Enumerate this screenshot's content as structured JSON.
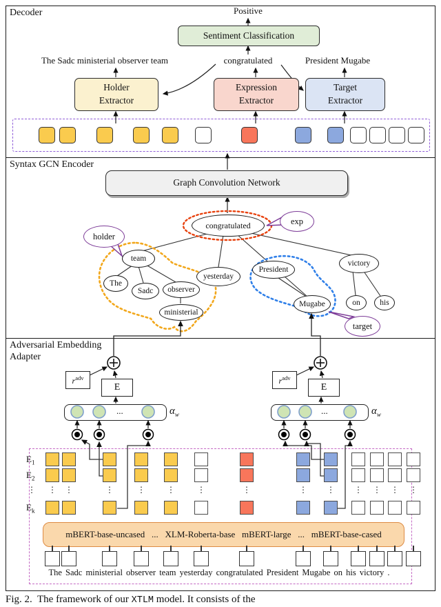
{
  "decoder": {
    "section_label": "Decoder",
    "output_label": "Positive",
    "classifier_label": "Sentiment Classification",
    "holder_text": "The Sadc ministerial observer team",
    "expression_text": "congratulated",
    "target_text": "President Mugabe",
    "extractors": [
      {
        "line1": "Holder",
        "line2": "Extractor"
      },
      {
        "line1": "Expression",
        "line2": "Extractor"
      },
      {
        "line1": "Target",
        "line2": "Extractor"
      }
    ],
    "token_colors": [
      "yellow",
      "yellow",
      "yellow",
      "yellow",
      "yellow",
      "white",
      "red",
      "blue",
      "blue",
      "white",
      "white",
      "white",
      "white"
    ]
  },
  "encoder": {
    "section_label": "Syntax GCN Encoder",
    "gcn_label": "Graph Convolution Network",
    "nodes": [
      {
        "label": "congratulated",
        "role": "expression"
      },
      {
        "label": "team",
        "role": "holder"
      },
      {
        "label": "yesterday",
        "role": ""
      },
      {
        "label": "President",
        "role": "target"
      },
      {
        "label": "victory",
        "role": ""
      },
      {
        "label": "The",
        "role": "holder"
      },
      {
        "label": "Sadc",
        "role": "holder"
      },
      {
        "label": "observer",
        "role": "holder"
      },
      {
        "label": "ministerial",
        "role": "holder"
      },
      {
        "label": "Mugabe",
        "role": "target"
      },
      {
        "label": "on",
        "role": ""
      },
      {
        "label": "his",
        "role": ""
      }
    ],
    "bubbles": {
      "exp": "exp",
      "holder": "holder",
      "target": "target"
    }
  },
  "adapter": {
    "section_label_line1": "Adversarial Embedding",
    "section_label_line2": "Adapter",
    "radv_base": "r",
    "radv_sup": "adv",
    "embed_label": "E",
    "alpha_main": "α",
    "alpha_sub": "w",
    "dots": "...",
    "vdots": "⋮",
    "row_labels": [
      {
        "base": "E",
        "sub": "1"
      },
      {
        "base": "E",
        "sub": "2"
      },
      {
        "base": "E",
        "sub": "k"
      }
    ],
    "plm_labels": "mBERT-base-uncased   ...   XLM-Roberta-base   mBERT-large   ...   mBERT-base-cased",
    "sentence": "The Sadc ministerial observer team yesterday congratulated President Mugabe on his victory .",
    "token_colors": [
      "yellow",
      "yellow",
      "yellow",
      "yellow",
      "yellow",
      "white",
      "red",
      "blue",
      "blue",
      "white",
      "white",
      "white",
      "white"
    ]
  },
  "caption": {
    "prefix": "Fig. 2.",
    "text_before": "The framework of our",
    "model_name": "XTLM",
    "text_after": "model. It consists of the"
  },
  "colors": {
    "token_fill": {
      "yellow": "#FACB4E",
      "red": "#F8765B",
      "blue": "#8CA8DE",
      "white": "#FFFFFF"
    },
    "holder_box": "#FBF1CF",
    "expression_box": "#F9D6CD",
    "target_box": "#DBE4F4",
    "sentiment_box": "#E0EDD7",
    "gcn_box": "#F0F0F0",
    "plm_box": "#FAD8AC",
    "plm_border": "#DD8A42",
    "green_circle": "#CFE4B4",
    "green_circle_border": "#7F9FCB",
    "decoder_dash": "#8E5BD8",
    "adapter_dash": "#C468C4",
    "bubble_purple": "#7D3C98",
    "exp_outline": "#E8400C",
    "holder_outline": "#F2A71B",
    "target_outline": "#2F7FE8"
  }
}
